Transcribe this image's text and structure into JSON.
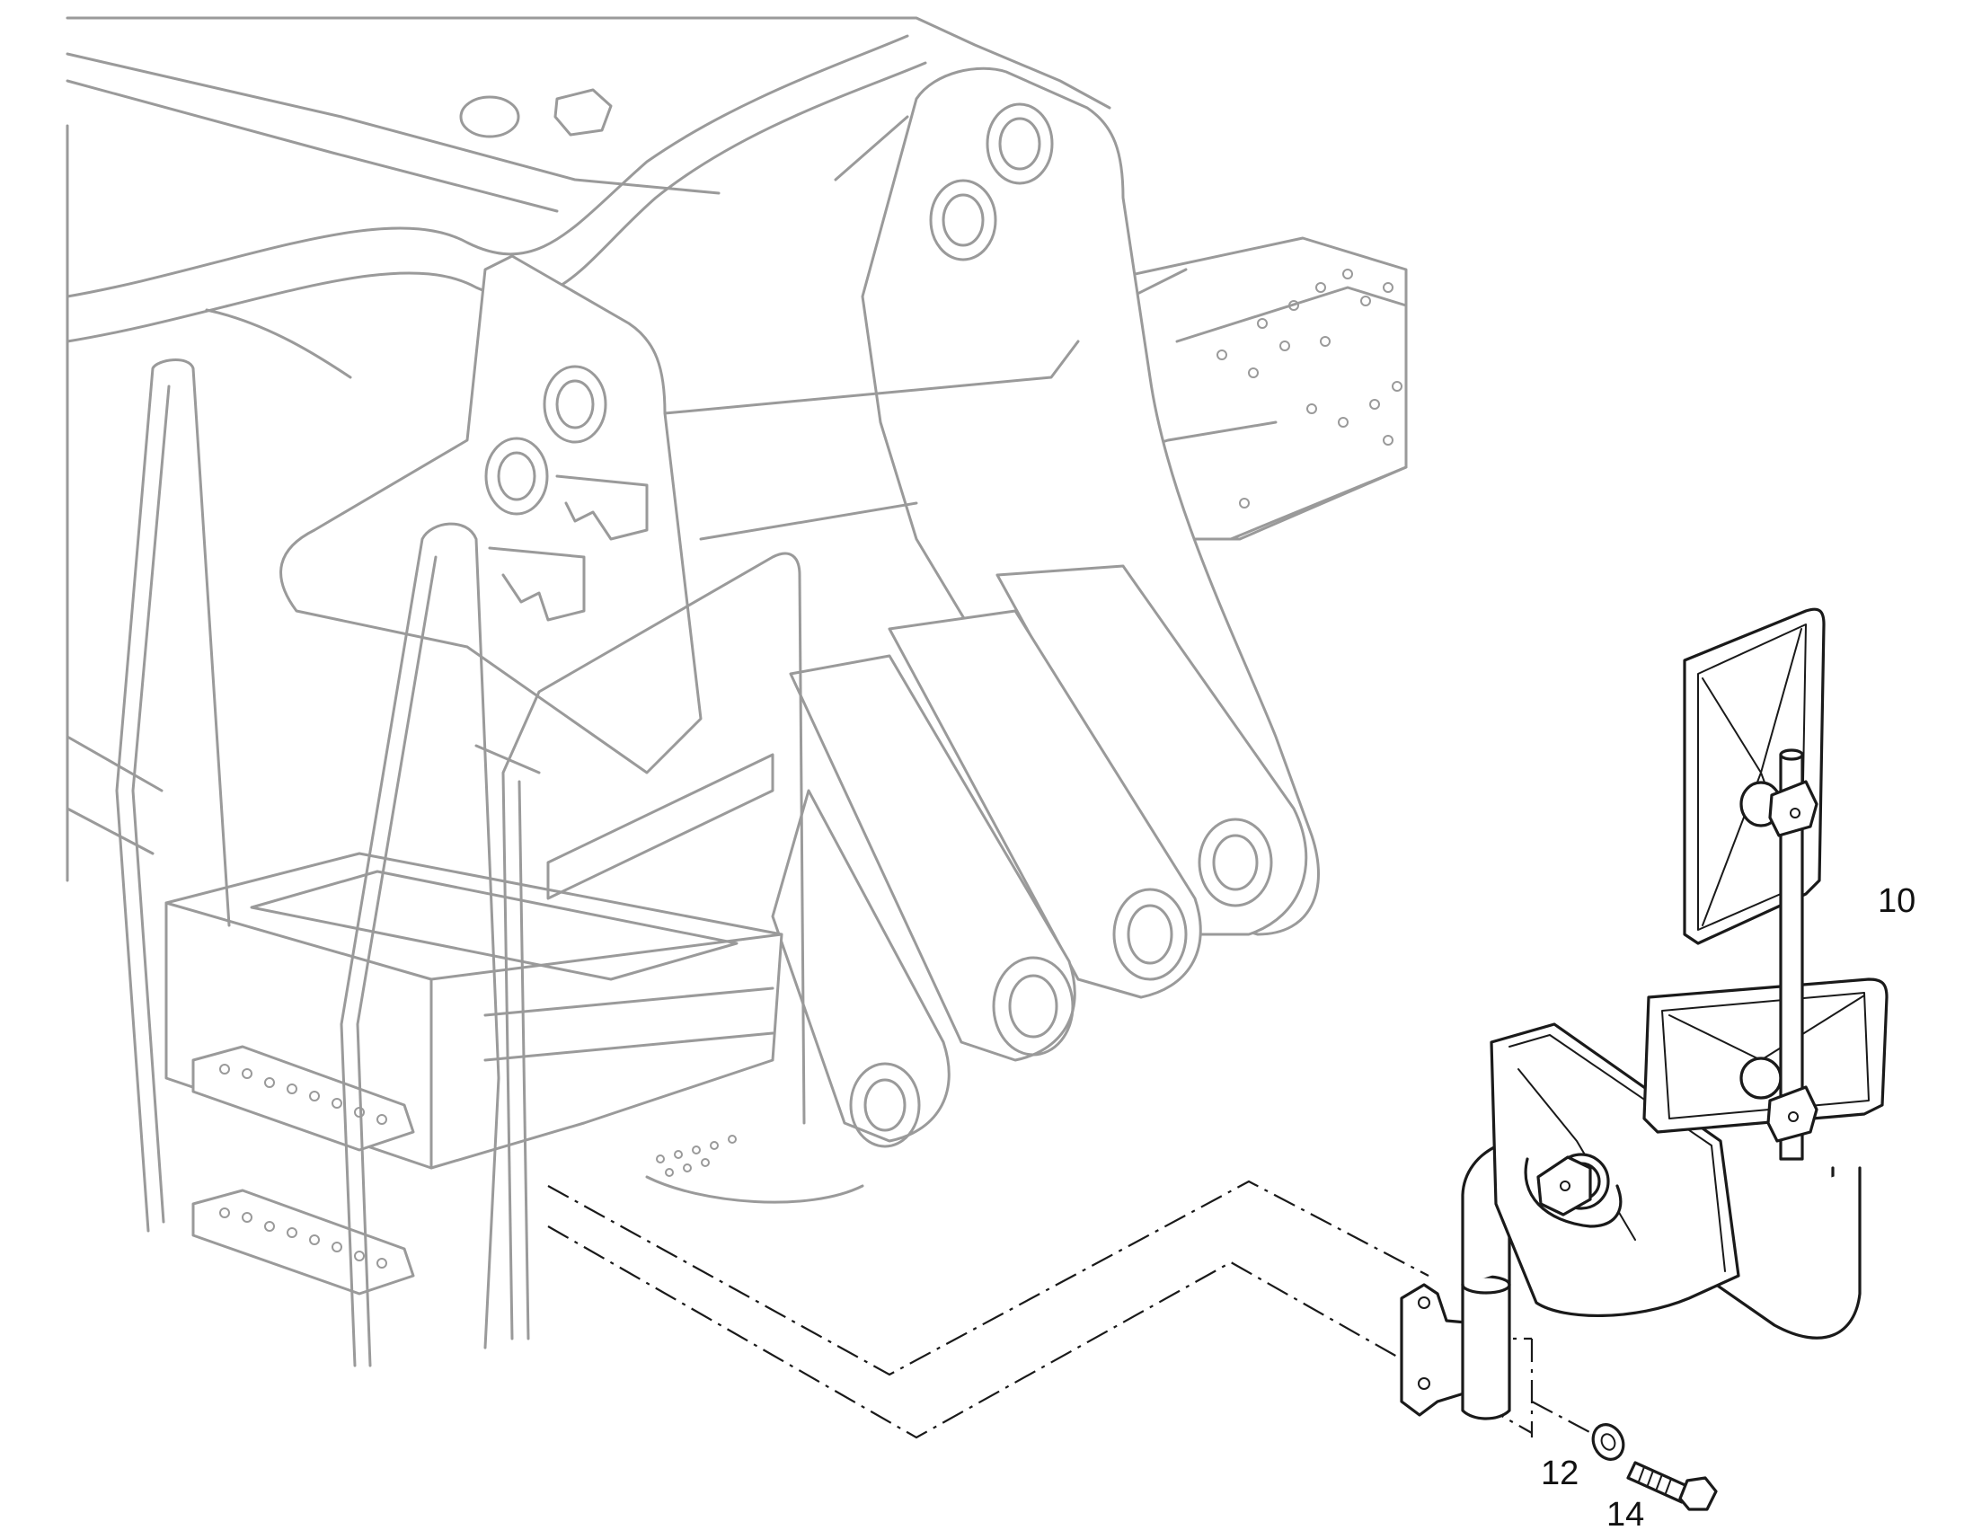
{
  "diagram": {
    "callouts": {
      "mirror_assembly": "10",
      "washer": "12",
      "bolt": "14"
    },
    "line_colors": {
      "background_parts": "#9a9a9a",
      "highlighted_parts": "#1a1a1a",
      "text": "#111111"
    }
  }
}
